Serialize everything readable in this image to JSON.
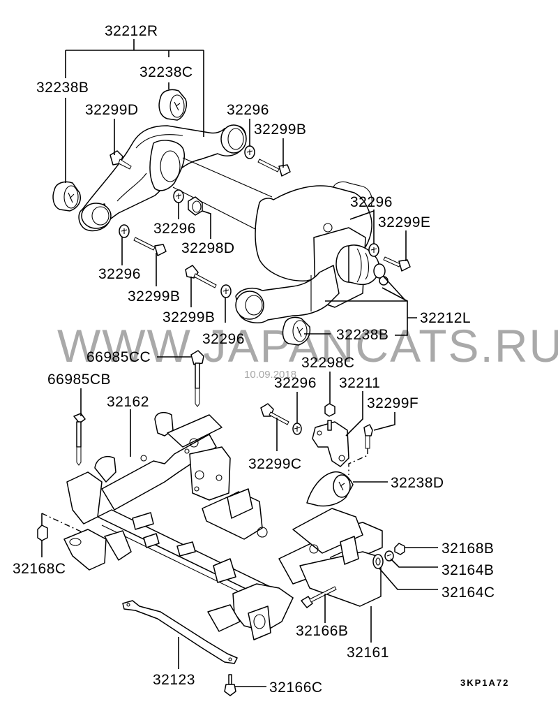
{
  "diagram": {
    "title": "Rear suspension / differential mount & crossmember parts diagram",
    "drawing_code": "3KP1A72",
    "watermark": {
      "text": "WWW.JAPANCATS.RU",
      "date": "10.09.2018"
    },
    "labels": {
      "l_32212R": "32212R",
      "l_32238C": "32238C",
      "l_32238B_top": "32238B",
      "l_32299D": "32299D",
      "l_32296_a": "32296",
      "l_32299B_a": "32299B",
      "l_32296_b": "32296",
      "l_32299E": "32299E",
      "l_32296_c": "32296",
      "l_32298D": "32298D",
      "l_32296_d": "32296",
      "l_32299B_b": "32299B",
      "l_32299B_c": "32299B",
      "l_32296_e": "32296",
      "l_32212L": "32212L",
      "l_32238B_bot": "32238B",
      "l_66985CC": "66985CC",
      "l_66985CB": "66985CB",
      "l_32162": "32162",
      "l_32298C": "32298C",
      "l_32296_f": "32296",
      "l_32211": "32211",
      "l_32299F": "32299F",
      "l_32299C": "32299C",
      "l_32238D": "32238D",
      "l_32168B": "32168B",
      "l_32164B": "32164B",
      "l_32164C": "32164C",
      "l_32168C": "32168C",
      "l_32166B": "32166B",
      "l_32161": "32161",
      "l_32123": "32123",
      "l_32166C": "32166C"
    },
    "parts": [
      {
        "number": "32212R",
        "description": "rear suspension arm, right"
      },
      {
        "number": "32212L",
        "description": "rear suspension arm, left"
      },
      {
        "number": "32238B",
        "description": "bushing"
      },
      {
        "number": "32238C",
        "description": "bushing"
      },
      {
        "number": "32238D",
        "description": "mount insulator"
      },
      {
        "number": "32299B",
        "description": "bolt"
      },
      {
        "number": "32299C",
        "description": "bolt"
      },
      {
        "number": "32299D",
        "description": "bolt"
      },
      {
        "number": "32299E",
        "description": "bolt"
      },
      {
        "number": "32299F",
        "description": "bolt"
      },
      {
        "number": "32296",
        "description": "washer"
      },
      {
        "number": "32298C",
        "description": "nut"
      },
      {
        "number": "32298D",
        "description": "nut"
      },
      {
        "number": "32211",
        "description": "bracket"
      },
      {
        "number": "66985CC",
        "description": "bolt"
      },
      {
        "number": "66985CB",
        "description": "bolt"
      },
      {
        "number": "32162",
        "description": "crossmember bracket"
      },
      {
        "number": "32161",
        "description": "crossmember"
      },
      {
        "number": "32123",
        "description": "stay"
      },
      {
        "number": "32166B",
        "description": "bolt"
      },
      {
        "number": "32166C",
        "description": "bolt"
      },
      {
        "number": "32168B",
        "description": "nut"
      },
      {
        "number": "32168C",
        "description": "nut"
      },
      {
        "number": "32164B",
        "description": "washer"
      },
      {
        "number": "32164C",
        "description": "washer"
      }
    ]
  }
}
